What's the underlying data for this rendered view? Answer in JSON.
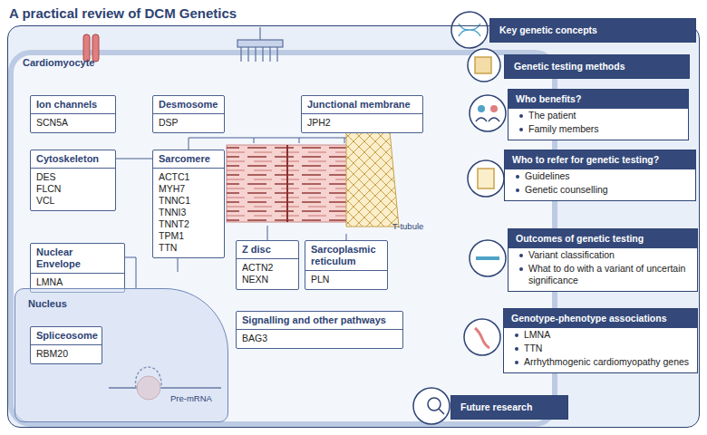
{
  "diagram": {
    "title": "A practical review of DCM Genetics",
    "nodes": [
      {
        "text": [
          "Cardiomyocyte"
        ]
      },
      {
        "text": [
          "Ion channels",
          "SCN5A"
        ],
        "in": 0
      },
      {
        "text": [
          "Desmosome",
          "DSP"
        ],
        "in": 0
      },
      {
        "text": [
          "Junctional membrane",
          "JPH2"
        ],
        "in": 0
      },
      {
        "text": [
          "Cytoskeleton",
          "DES FLCN VCL"
        ],
        "in": 0
      },
      {
        "text": [
          "Sarcomere",
          "ACTC1 MYH7 TNNC1 TNNI3 TNNT2 TPM1 TTN"
        ],
        "in": 0
      },
      {
        "text": [
          "Z disc",
          "ACTN2 NEXN"
        ],
        "in": 0
      },
      {
        "text": [
          "Sarcoplasmic reticulum",
          "PLN"
        ],
        "in": 0
      },
      {
        "text": [
          "Nuclear Envelope",
          "LMNA"
        ],
        "in": 0
      },
      {
        "text": [
          "Nucleus"
        ],
        "in": 0
      },
      {
        "text": [
          "Spliceosome",
          "RBM20"
        ],
        "in": 9
      },
      {
        "text": [
          "Signalling and other pathways",
          "BAG3"
        ],
        "in": 0
      },
      {
        "text": [
          "Key genetic concepts"
        ],
        "in": 0
      },
      {
        "text": [
          "Genetic testing methods"
        ],
        "in": 0
      },
      {
        "text": [
          "Who benefits?",
          "The patient",
          "Family members"
        ],
        "in": 0
      },
      {
        "text": [
          "Who to refer for genetic testing?",
          "Guidelines",
          "Genetic counselling"
        ],
        "in": 0
      },
      {
        "text": [
          "Outcomes of genetic testing",
          "Variant classification",
          "What to do with a variant of uncertain significance"
        ],
        "in": 0
      },
      {
        "text": [
          "Genotype-phenotype associations",
          "LMNA",
          "TTN",
          "Arrhythmogenic cardiomyopathy genes"
        ],
        "in": 0
      },
      {
        "text": [
          "Future research"
        ],
        "in": 0
      }
    ],
    "edges": [
      {
        "from": 4,
        "to": 5,
        "arrow": "none"
      }
    ],
    "labels": [
      "T-tubule",
      "Pre-mRNA"
    ]
  }
}
